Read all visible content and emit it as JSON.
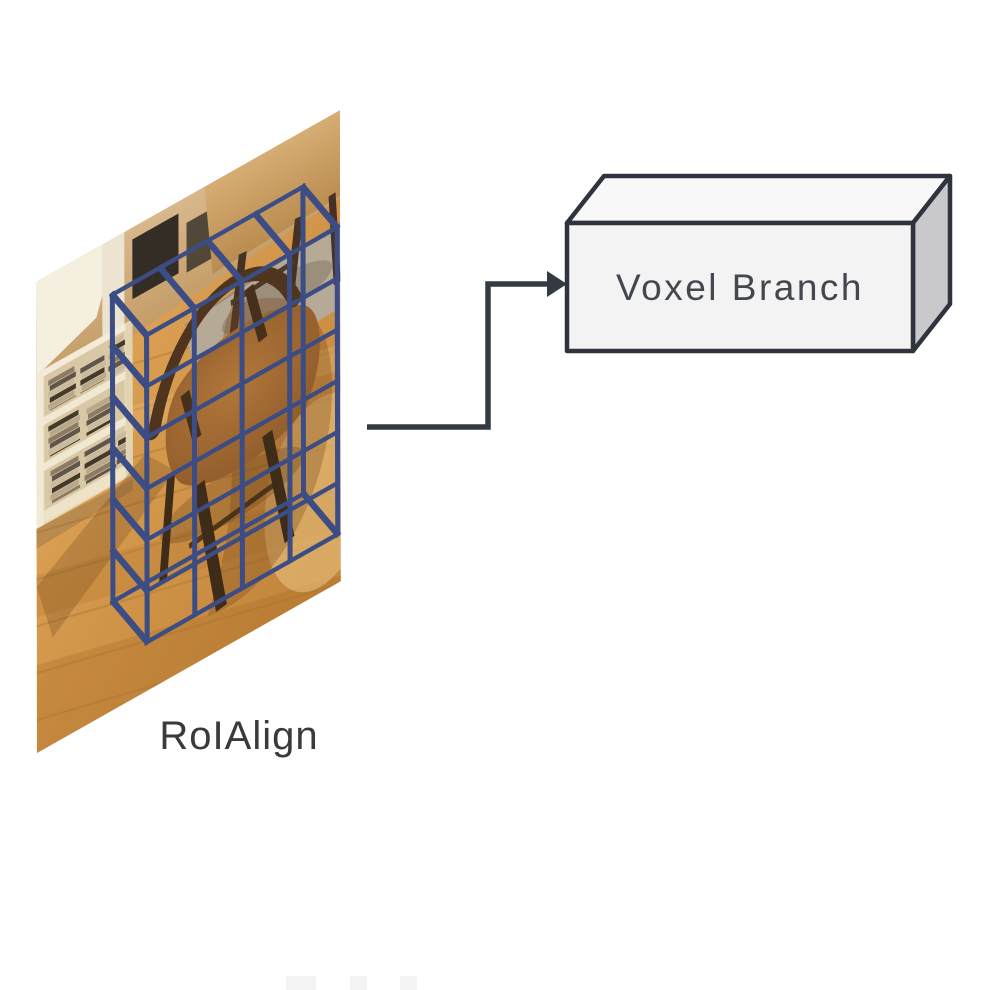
{
  "background": "#ffffff",
  "roi_label": {
    "text": "RoIAlign",
    "color": "#3a3a3a"
  },
  "voxel_box": {
    "label": "Voxel Branch",
    "border_color": "#2e333d",
    "front_color": "#f3f3f4",
    "top_color": "#f8f8f9",
    "side_color": "#c9c9cc",
    "text_color": "#43474e"
  },
  "arrow": {
    "color": "#343a44"
  },
  "grid": {
    "cols": 4,
    "rows": 6,
    "depth_cells": 1,
    "color": "#3b4d84",
    "stroke_width": 5
  },
  "photo": {
    "content": "wooden chair on oak floor, bookshelf at left, second chair and gray rug at top right",
    "floor_light": "#e3ad60",
    "floor_mid": "#d69a4e",
    "floor_dark": "#c3863c",
    "wall_light": "#d8b88c",
    "wall_dark": "#c29a64",
    "panel_light": "#d6ad74",
    "panel_dark": "#b98b4e",
    "shelf_color": "#e7dabc",
    "rug_color": "#b6a995",
    "chair_dark": "#4f351e",
    "chair_leg": "#3e2b18",
    "seat_light": "#b0773a",
    "seat_dark": "#8a5628",
    "shadow_color": "#7a481d"
  },
  "stray_marks": {
    "color": "#f3f3f3"
  }
}
